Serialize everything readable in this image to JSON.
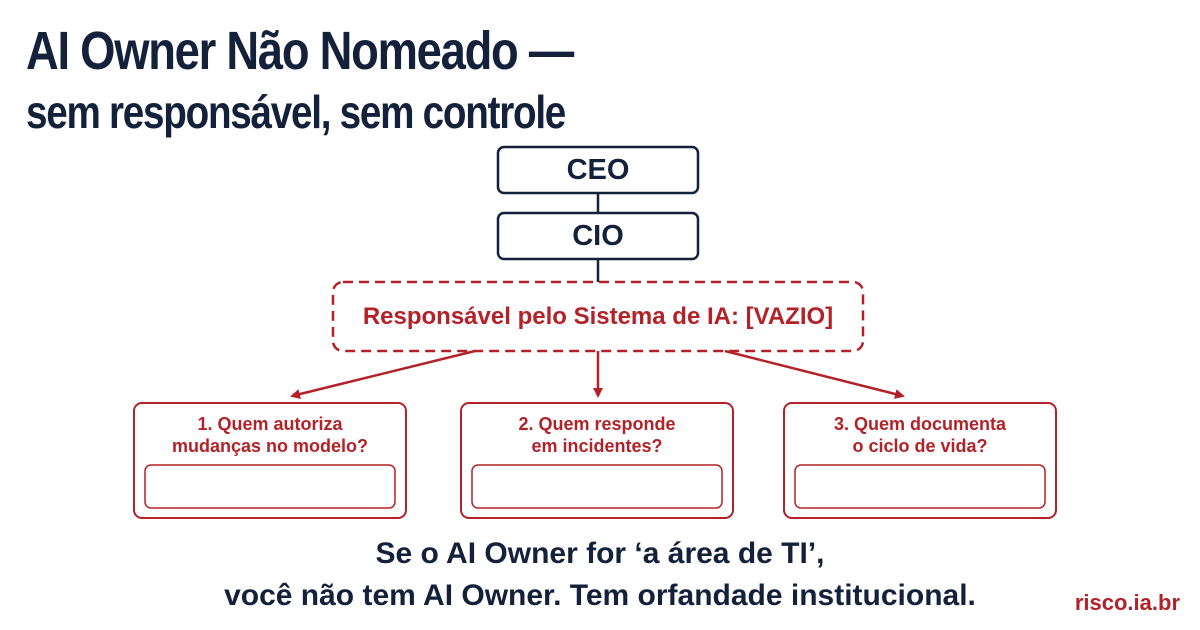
{
  "title": {
    "line1": "AI Owner Não Nomeado —",
    "line2": "sem responsável, sem controle"
  },
  "org_chart": {
    "level1": "CEO",
    "level2": "CIO",
    "owner_slot": "Responsável pelo Sistema de IA: [VAZIO]",
    "questions": [
      {
        "line1": "1. Quem autoriza",
        "line2": "mudanças no modelo?"
      },
      {
        "line1": "2. Quem responde",
        "line2": "em incidentes?"
      },
      {
        "line1": "3. Quem documenta",
        "line2": "o ciclo de vida?"
      }
    ]
  },
  "tagline": {
    "line1": "Se o AI Owner for ‘a área de TI’,",
    "line2": "você não tem AI Owner. Tem orfandade institucional."
  },
  "site": "risco.ia.br",
  "colors": {
    "navy": "#14213a",
    "accent_red": "#b22228",
    "background": "#ffffff"
  }
}
